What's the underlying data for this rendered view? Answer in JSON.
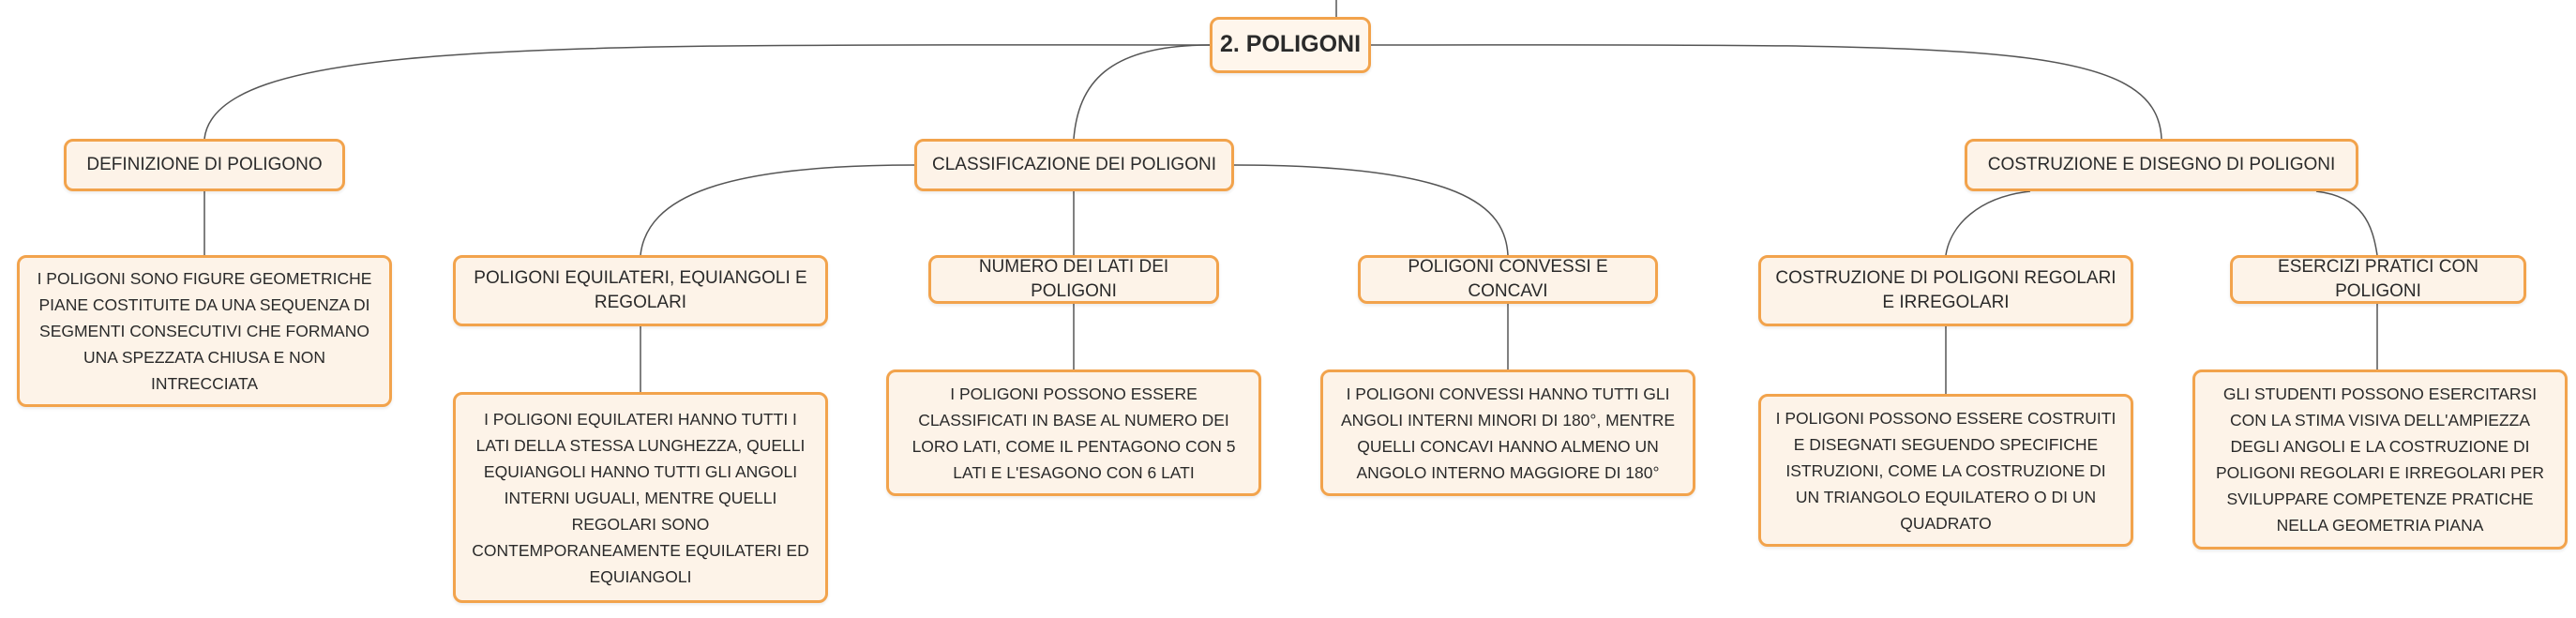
{
  "root": {
    "label": "2. POLIGONI"
  },
  "branches": [
    {
      "label": "DEFINIZIONE DI POLIGONO",
      "text": "I POLIGONI SONO FIGURE GEOMETRICHE PIANE COSTITUITE DA UNA SEQUENZA DI SEGMENTI CONSECUTIVI CHE FORMANO UNA SPEZZATA CHIUSA E NON INTRECCIATA"
    },
    {
      "label": "CLASSIFICAZIONE DEI POLIGONI",
      "children": [
        {
          "label": "POLIGONI EQUILATERI, EQUIANGOLI E REGOLARI",
          "text": "I POLIGONI EQUILATERI HANNO TUTTI I LATI DELLA STESSA LUNGHEZZA, QUELLI EQUIANGOLI HANNO TUTTI GLI ANGOLI INTERNI UGUALI, MENTRE QUELLI REGOLARI SONO CONTEMPORANEAMENTE EQUILATERI ED EQUIANGOLI"
        },
        {
          "label": "NUMERO DEI LATI DEI POLIGONI",
          "text": "I POLIGONI POSSONO ESSERE CLASSIFICATI IN BASE AL NUMERO DEI LORO LATI, COME IL PENTAGONO CON 5 LATI E L'ESAGONO CON 6 LATI"
        },
        {
          "label": "POLIGONI CONVESSI E CONCAVI",
          "text": "I POLIGONI CONVESSI HANNO TUTTI GLI ANGOLI INTERNI MINORI DI 180°, MENTRE QUELLI CONCAVI HANNO ALMENO UN ANGOLO INTERNO MAGGIORE DI 180°"
        }
      ]
    },
    {
      "label": "COSTRUZIONE E DISEGNO DI POLIGONI",
      "children": [
        {
          "label": "COSTRUZIONE DI POLIGONI REGOLARI E IRREGOLARI",
          "text": "I POLIGONI POSSONO ESSERE COSTRUITI E DISEGNATI SEGUENDO SPECIFICHE ISTRUZIONI, COME LA COSTRUZIONE DI UN TRIANGOLO EQUILATERO O DI UN QUADRATO"
        },
        {
          "label": "ESERCIZI PRATICI CON POLIGONI",
          "text": "GLI STUDENTI POSSONO ESERCITARSI CON LA STIMA VISIVA DELL'AMPIEZZA DEGLI ANGOLI E LA COSTRUZIONE DI POLIGONI REGOLARI E IRREGOLARI PER SVILUPPARE COMPETENZE PRATICHE NELLA GEOMETRIA PIANA"
        }
      ]
    }
  ]
}
